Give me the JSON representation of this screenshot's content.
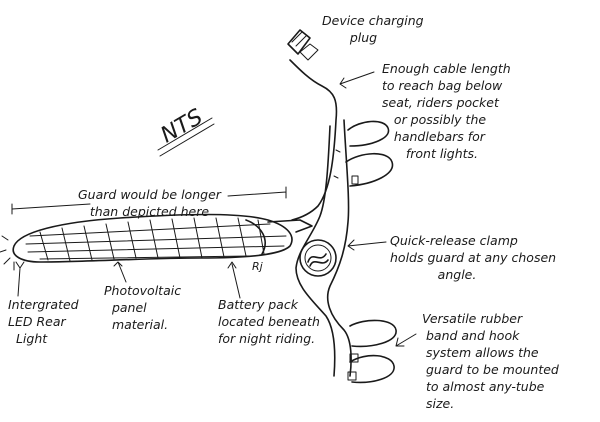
{
  "labels": {
    "device_charging_plug": "Device charging\n       plug",
    "cable_length": "Enough cable length\nto reach bag below\nseat, riders pocket\n   or possibly the\n   handlebars for\n      front lights.",
    "nts": "NTS",
    "guard_length": "Guard would be longer\nthan depicted here",
    "quick_release": "Quick-release clamp\nholds guard at any chosen\n            angle.",
    "led_light": "Intergrated\nLED Rear\n  Light",
    "photovoltaic": "Photovoltaic\n  panel\n  material.",
    "battery_pack": "Battery pack\nlocated beneath\nfor night riding.",
    "rubber_band": "Versatile rubber\n band and hook\n system allows the\n guard to be mounted\n to almost any-tube\n size.",
    "signature": "Rj"
  }
}
